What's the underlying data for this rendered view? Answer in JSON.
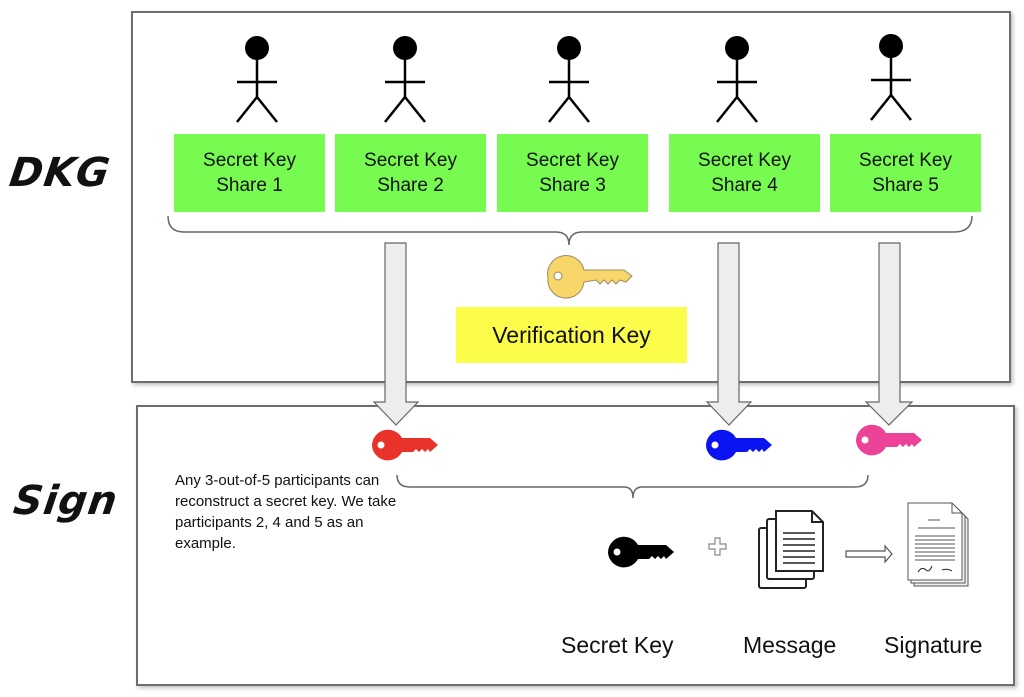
{
  "sections": {
    "dkg": {
      "label": "DKG",
      "participants": [
        {
          "name": "participant-1",
          "share_line1": "Secret Key",
          "share_line2": "Share 1"
        },
        {
          "name": "participant-2",
          "share_line1": "Secret Key",
          "share_line2": "Share 2"
        },
        {
          "name": "participant-3",
          "share_line1": "Secret Key",
          "share_line2": "Share 3"
        },
        {
          "name": "participant-4",
          "share_line1": "Secret Key",
          "share_line2": "Share 4"
        },
        {
          "name": "participant-5",
          "share_line1": "Secret Key",
          "share_line2": "Share 5"
        }
      ],
      "verification_key_label": "Verification Key"
    },
    "sign": {
      "label": "Sign",
      "note": "Any 3-out-of-5 participants can reconstruct a secret key. We take participants 2, 4 and 5 as an example.",
      "selected_participants": [
        2,
        4,
        5
      ],
      "captions": {
        "secret_key": "Secret Key",
        "message": "Message",
        "signature": "Signature"
      }
    }
  },
  "colors": {
    "share_box": "#77fb50",
    "verification_box": "#fcfc4a",
    "verification_key_icon": "#f7d76a",
    "key_share_2": "#e8322a",
    "key_share_4": "#0a14f0",
    "key_share_5": "#ec4399",
    "combined_key": "#000000"
  }
}
